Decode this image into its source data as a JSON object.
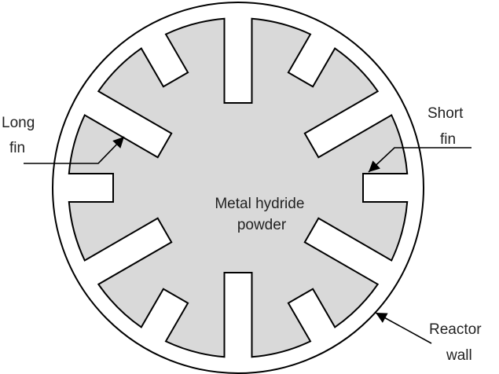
{
  "labels": {
    "long_fin": [
      "Long",
      "fin"
    ],
    "short_fin": [
      "Short",
      "fin"
    ],
    "powder": [
      "Metal hydride",
      "powder"
    ],
    "reactor_wall": [
      "Reactor",
      "wall"
    ]
  },
  "colors": {
    "powder_fill": "#d9d9d9",
    "stroke": "#000000",
    "fin_fill": "#ffffff"
  }
}
